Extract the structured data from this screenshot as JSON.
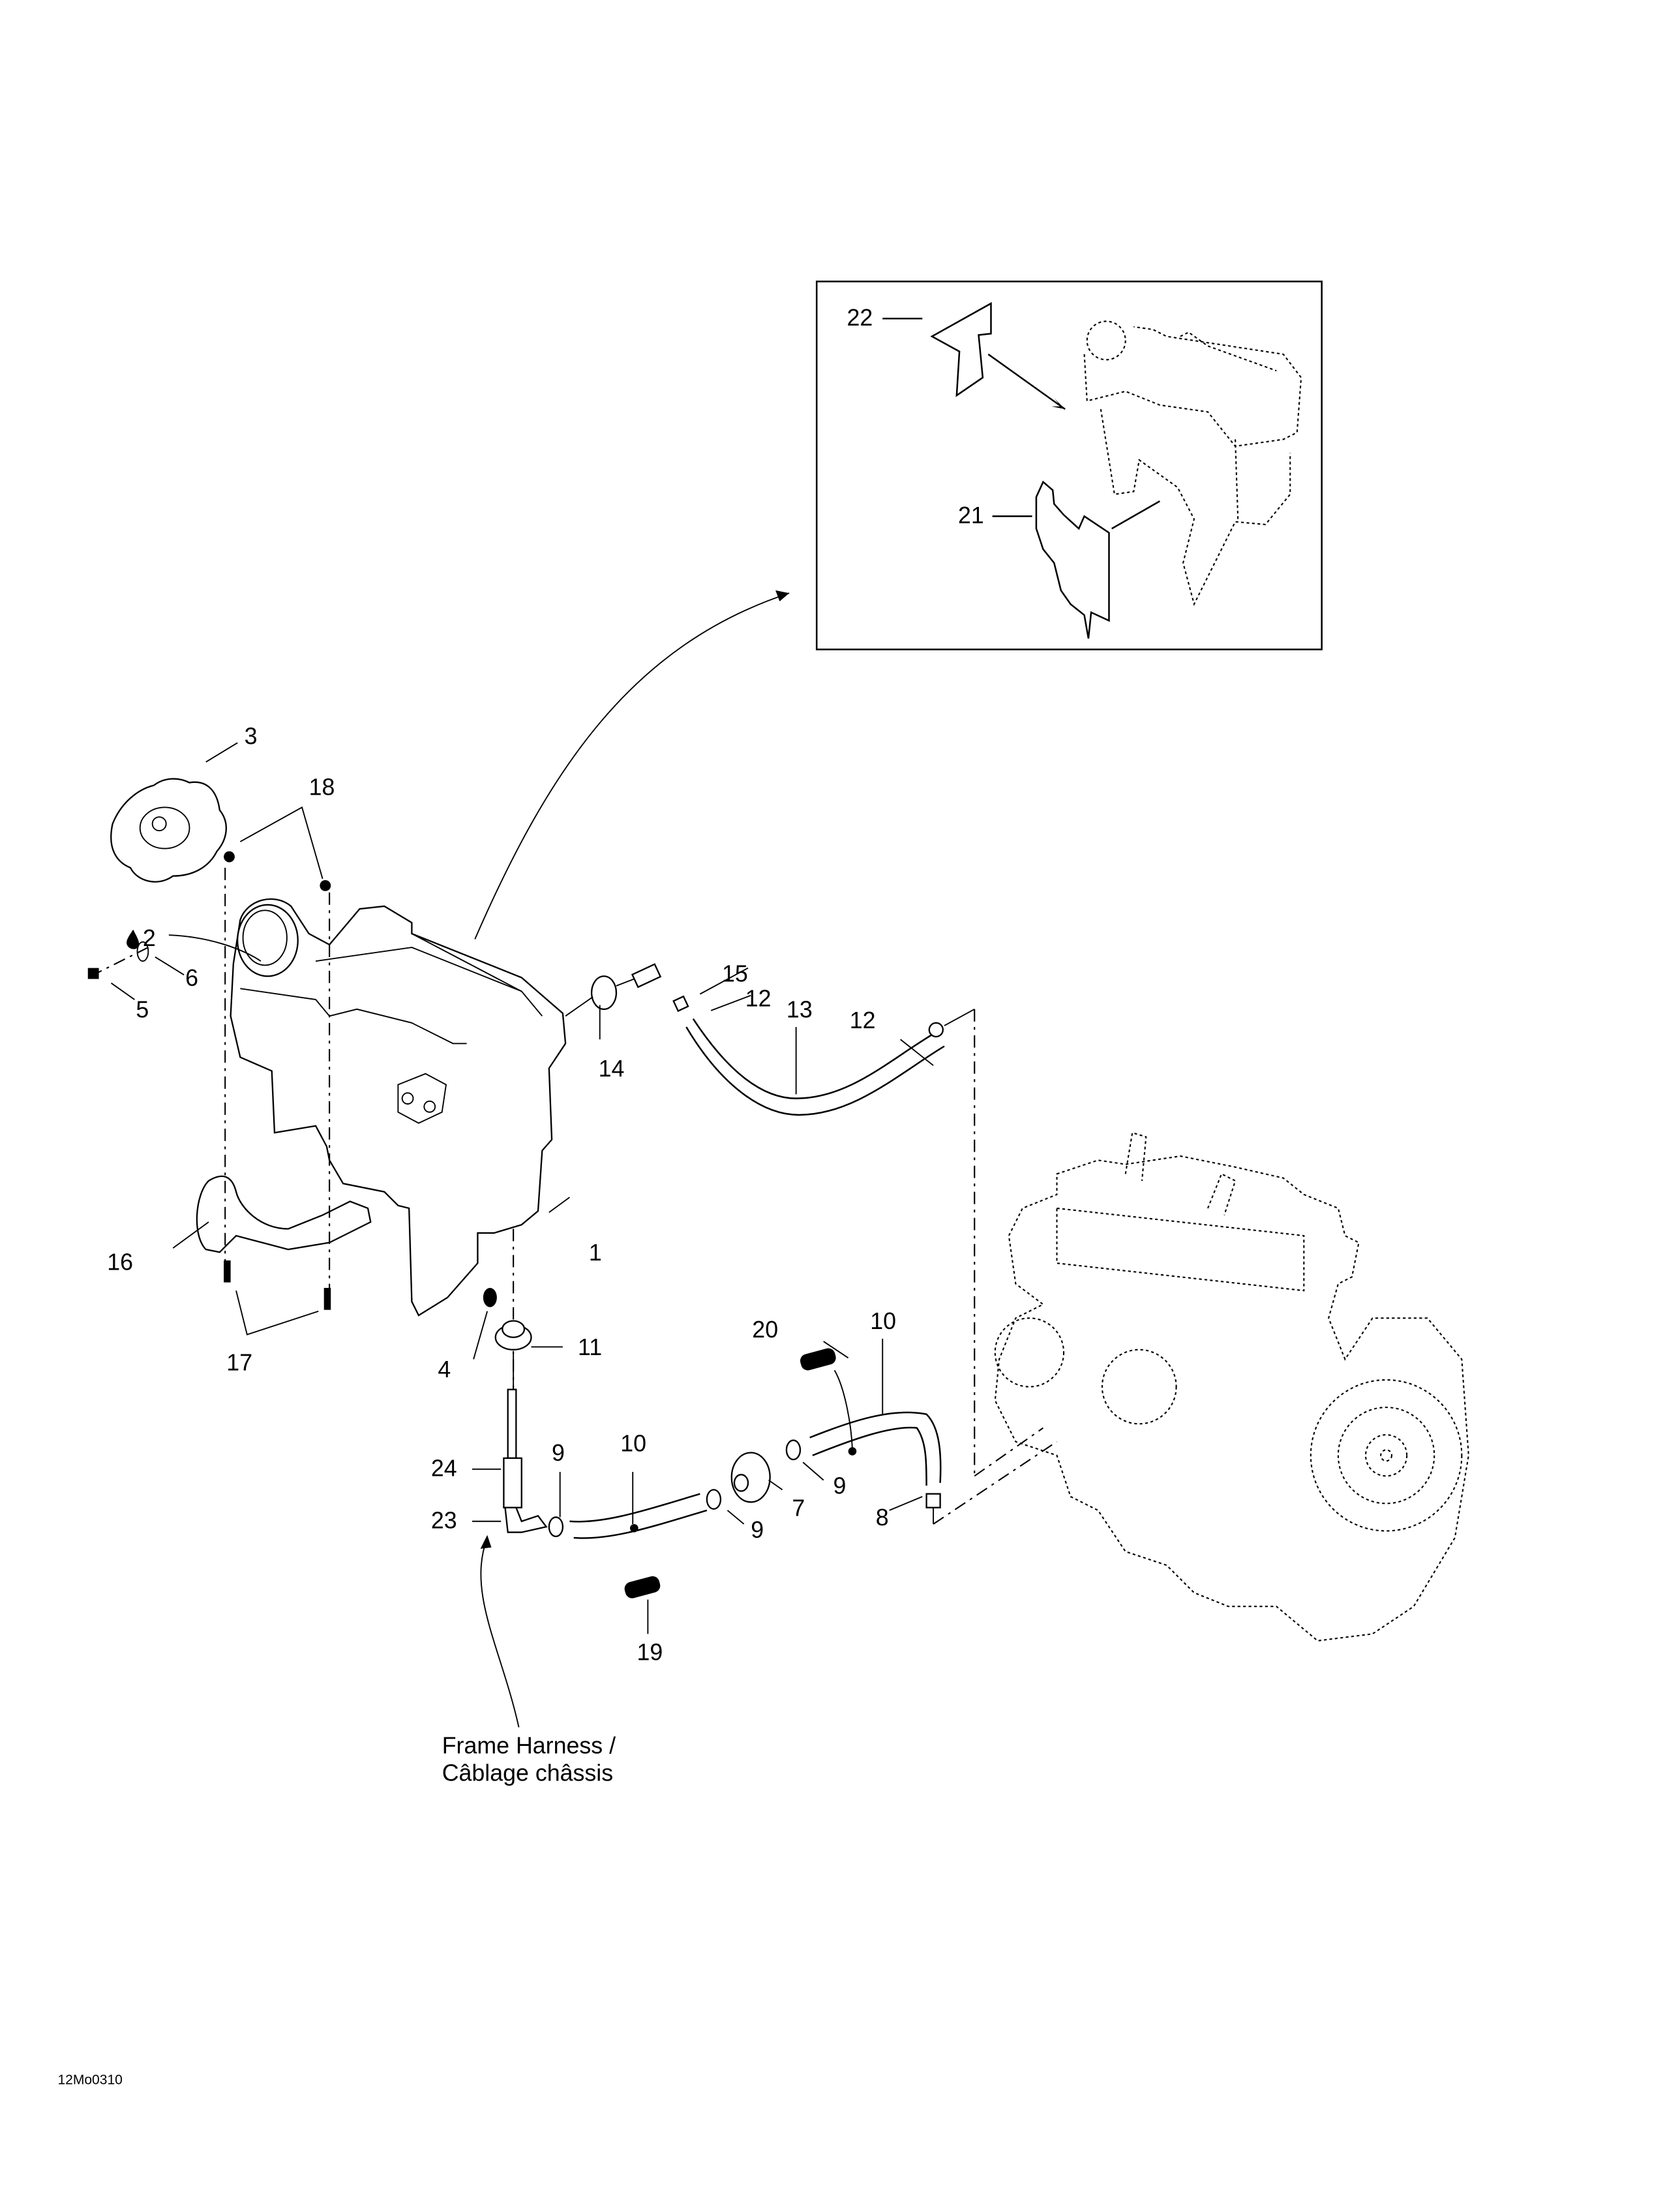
{
  "diagram": {
    "type": "exploded parts diagram",
    "figure_code": "12Mo0310",
    "inset": {
      "labels": [
        {
          "id": "22",
          "text": "22"
        },
        {
          "id": "21",
          "text": "21"
        }
      ]
    },
    "callouts": [
      {
        "id": "1",
        "text": "1"
      },
      {
        "id": "2",
        "text": "2",
        "icon": "oil-drop-icon"
      },
      {
        "id": "3",
        "text": "3"
      },
      {
        "id": "4",
        "text": "4"
      },
      {
        "id": "5",
        "text": "5"
      },
      {
        "id": "6",
        "text": "6"
      },
      {
        "id": "7",
        "text": "7"
      },
      {
        "id": "8",
        "text": "8"
      },
      {
        "id": "9a",
        "text": "9"
      },
      {
        "id": "9b",
        "text": "9"
      },
      {
        "id": "9c",
        "text": "9"
      },
      {
        "id": "10a",
        "text": "10"
      },
      {
        "id": "10b",
        "text": "10"
      },
      {
        "id": "11",
        "text": "11"
      },
      {
        "id": "12a",
        "text": "12"
      },
      {
        "id": "12b",
        "text": "12"
      },
      {
        "id": "13",
        "text": "13"
      },
      {
        "id": "14",
        "text": "14"
      },
      {
        "id": "15",
        "text": "15"
      },
      {
        "id": "16",
        "text": "16"
      },
      {
        "id": "17",
        "text": "17"
      },
      {
        "id": "18",
        "text": "18"
      },
      {
        "id": "19",
        "text": "19"
      },
      {
        "id": "20",
        "text": "20"
      },
      {
        "id": "23",
        "text": "23"
      },
      {
        "id": "24",
        "text": "24"
      }
    ],
    "note": {
      "line1": "Frame Harness /",
      "line2": "Câblage châssis"
    }
  }
}
